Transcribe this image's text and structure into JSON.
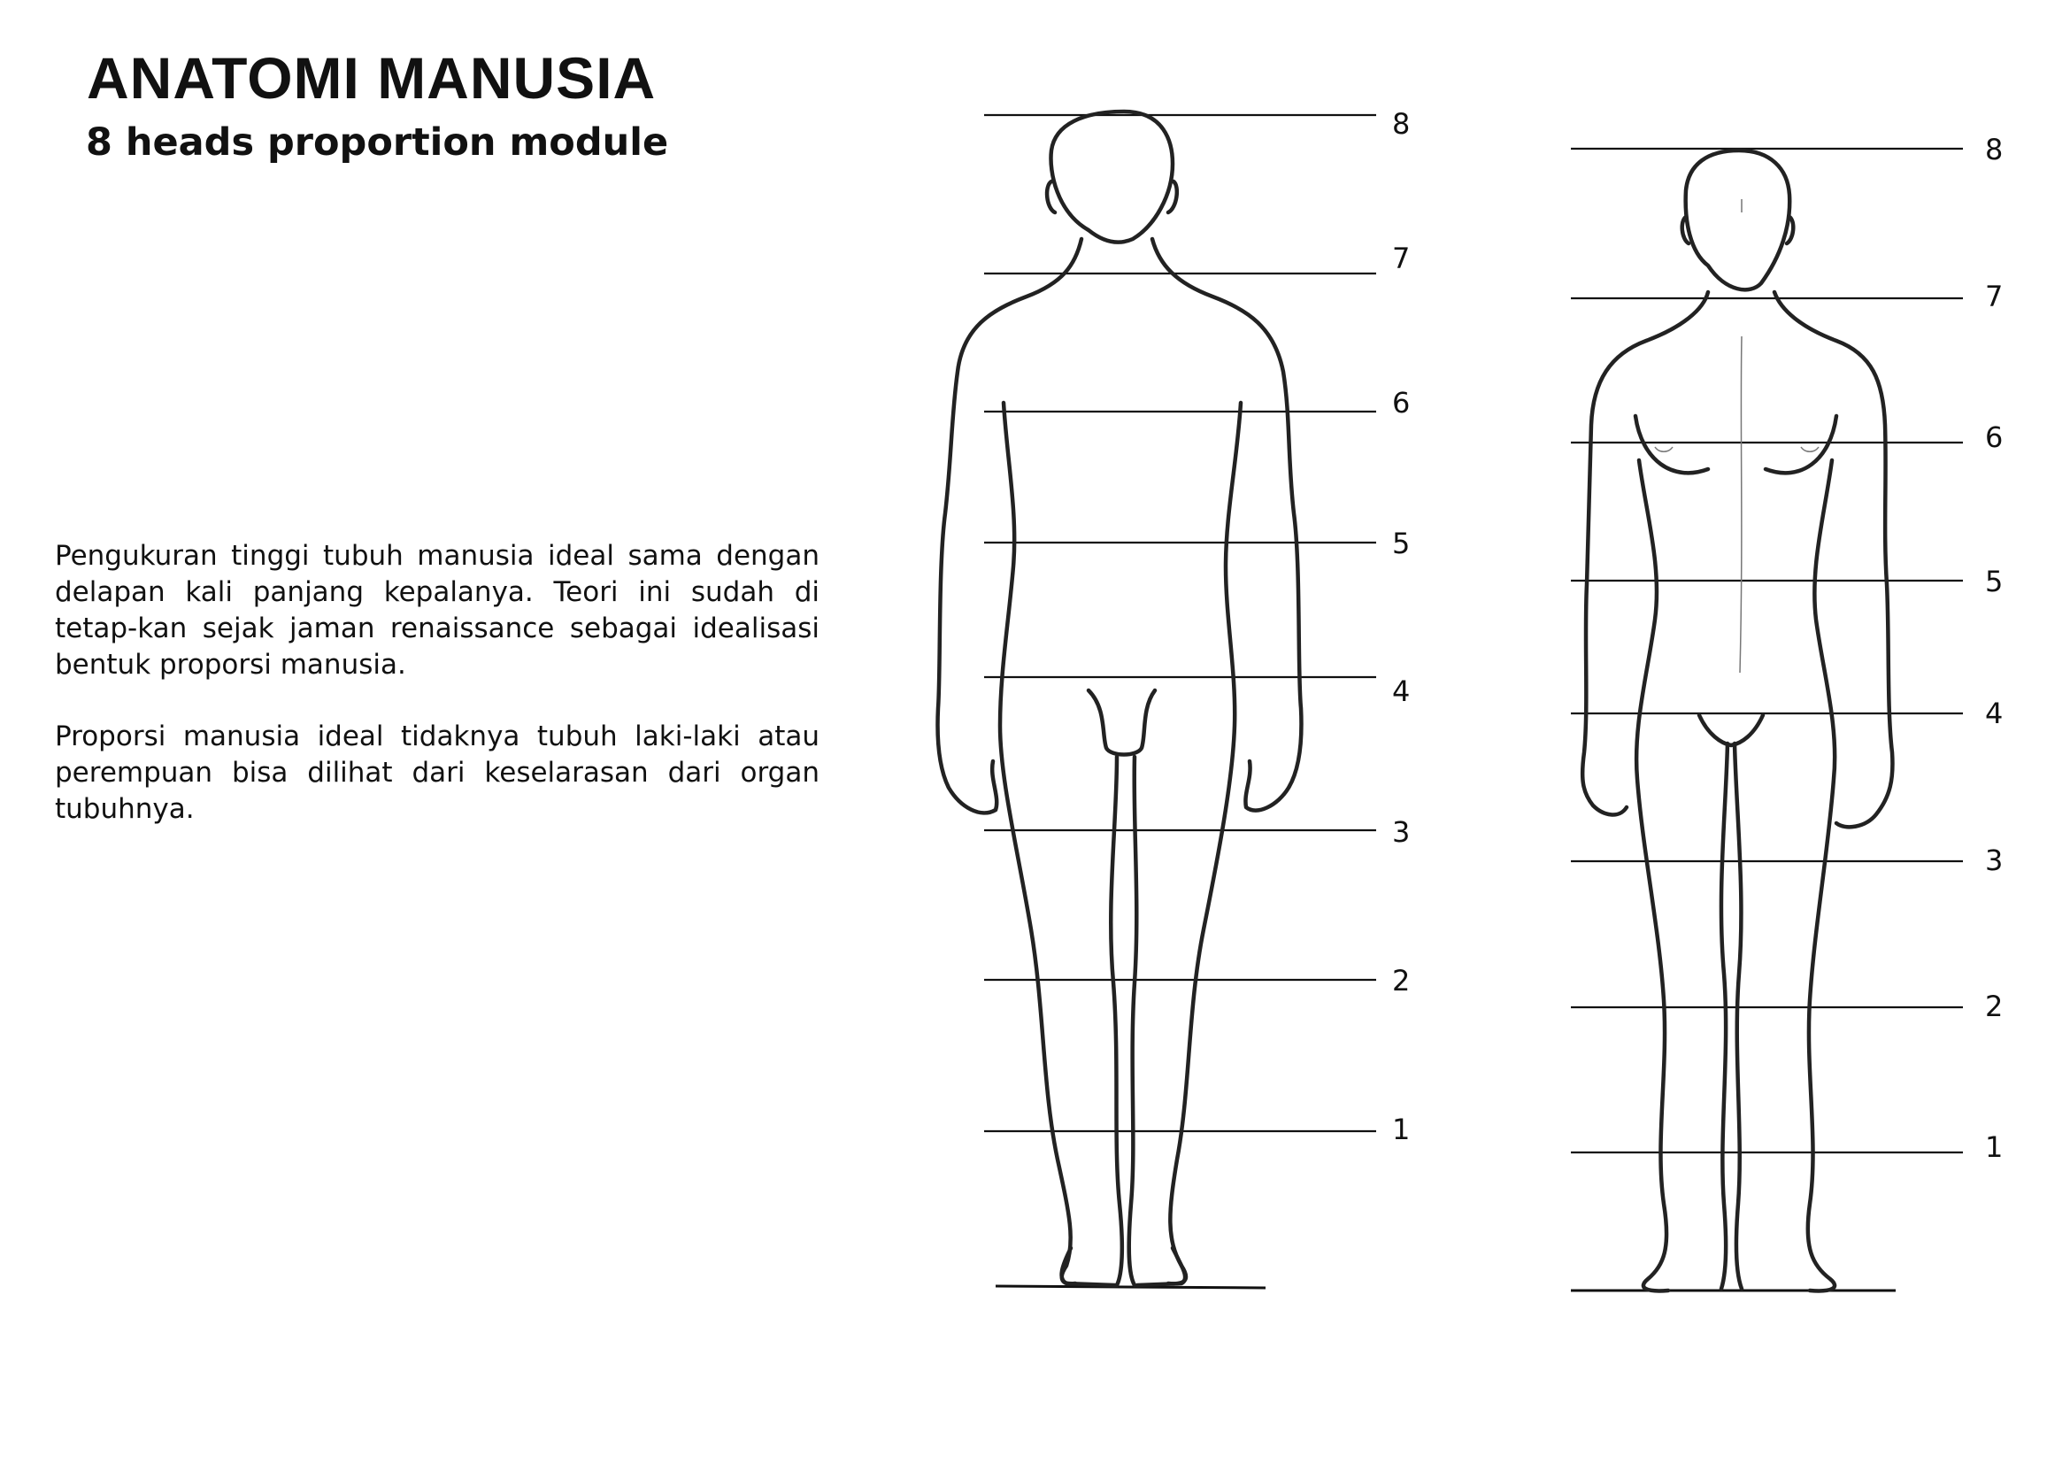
{
  "header": {
    "title": "ANATOMI MANUSIA",
    "subtitle": "8 heads proportion module"
  },
  "description": {
    "paragraph1": "Pengukuran tinggi tubuh manusia ideal sama dengan delapan kali panjang kepalanya. Teori ini sudah di tetap-kan sejak jaman renaissance sebagai idealisasi bentuk proporsi manusia.",
    "paragraph2": "Proporsi manusia ideal tidaknya tubuh laki-laki atau perempuan bisa dilihat dari keselarasan dari organ tubuhnya."
  },
  "figures": {
    "male": {
      "labels": [
        "8",
        "7",
        "6",
        "5",
        "4",
        "3",
        "2",
        "1"
      ]
    },
    "female": {
      "labels": [
        "8",
        "7",
        "6",
        "5",
        "4",
        "3",
        "2",
        "1"
      ]
    }
  }
}
